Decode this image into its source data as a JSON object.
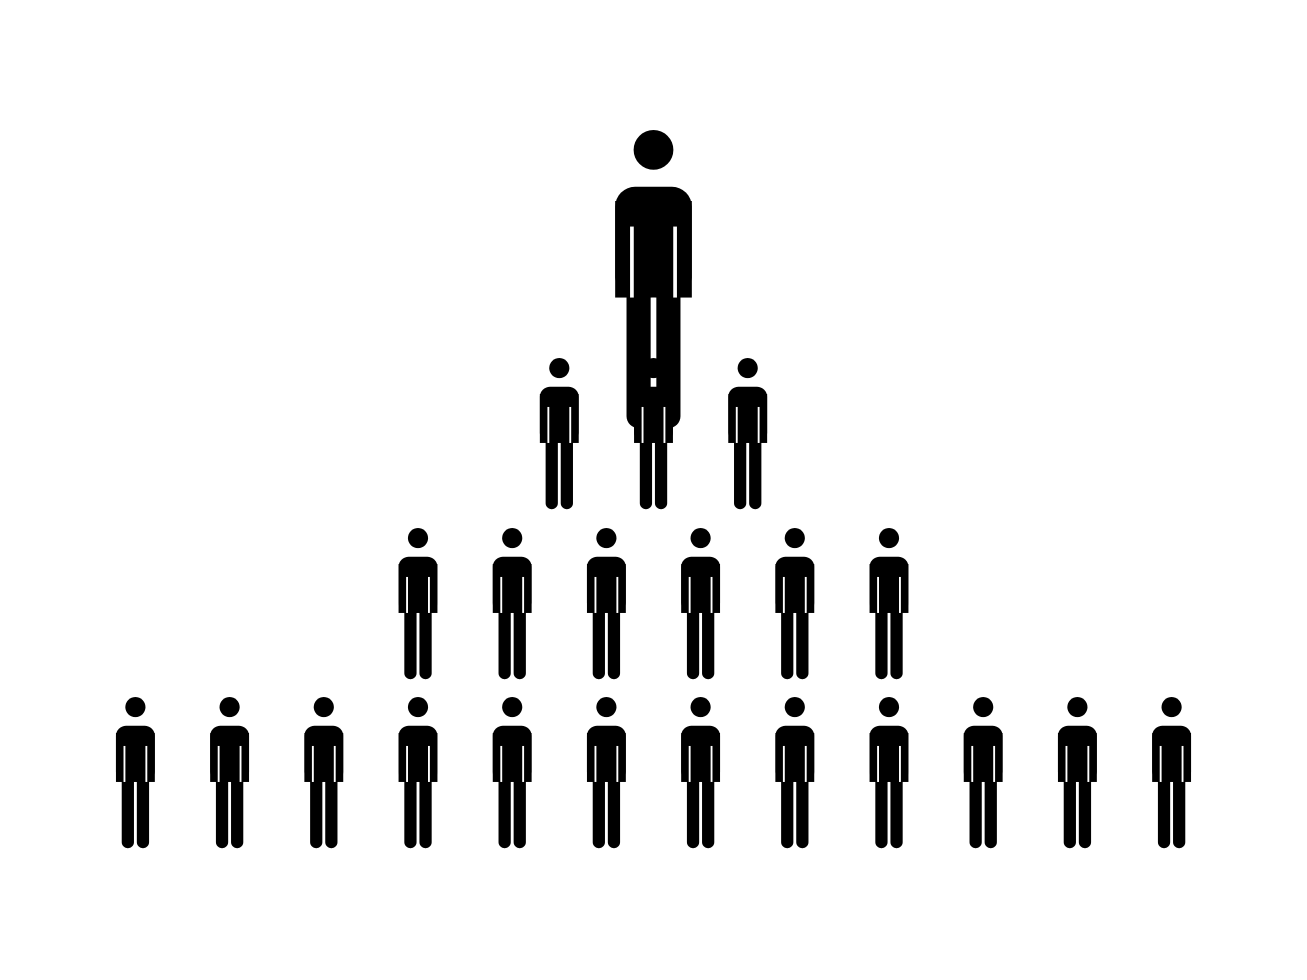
{
  "figure": {
    "type": "people-hierarchy-pyramid",
    "background_color": "#ffffff",
    "figure_color": "#000000",
    "icon": "person-icon",
    "levels": [
      {
        "level": 1,
        "count": 1
      },
      {
        "level": 2,
        "count": 3
      },
      {
        "level": 3,
        "count": 6
      },
      {
        "level": 4,
        "count": 12
      }
    ]
  }
}
